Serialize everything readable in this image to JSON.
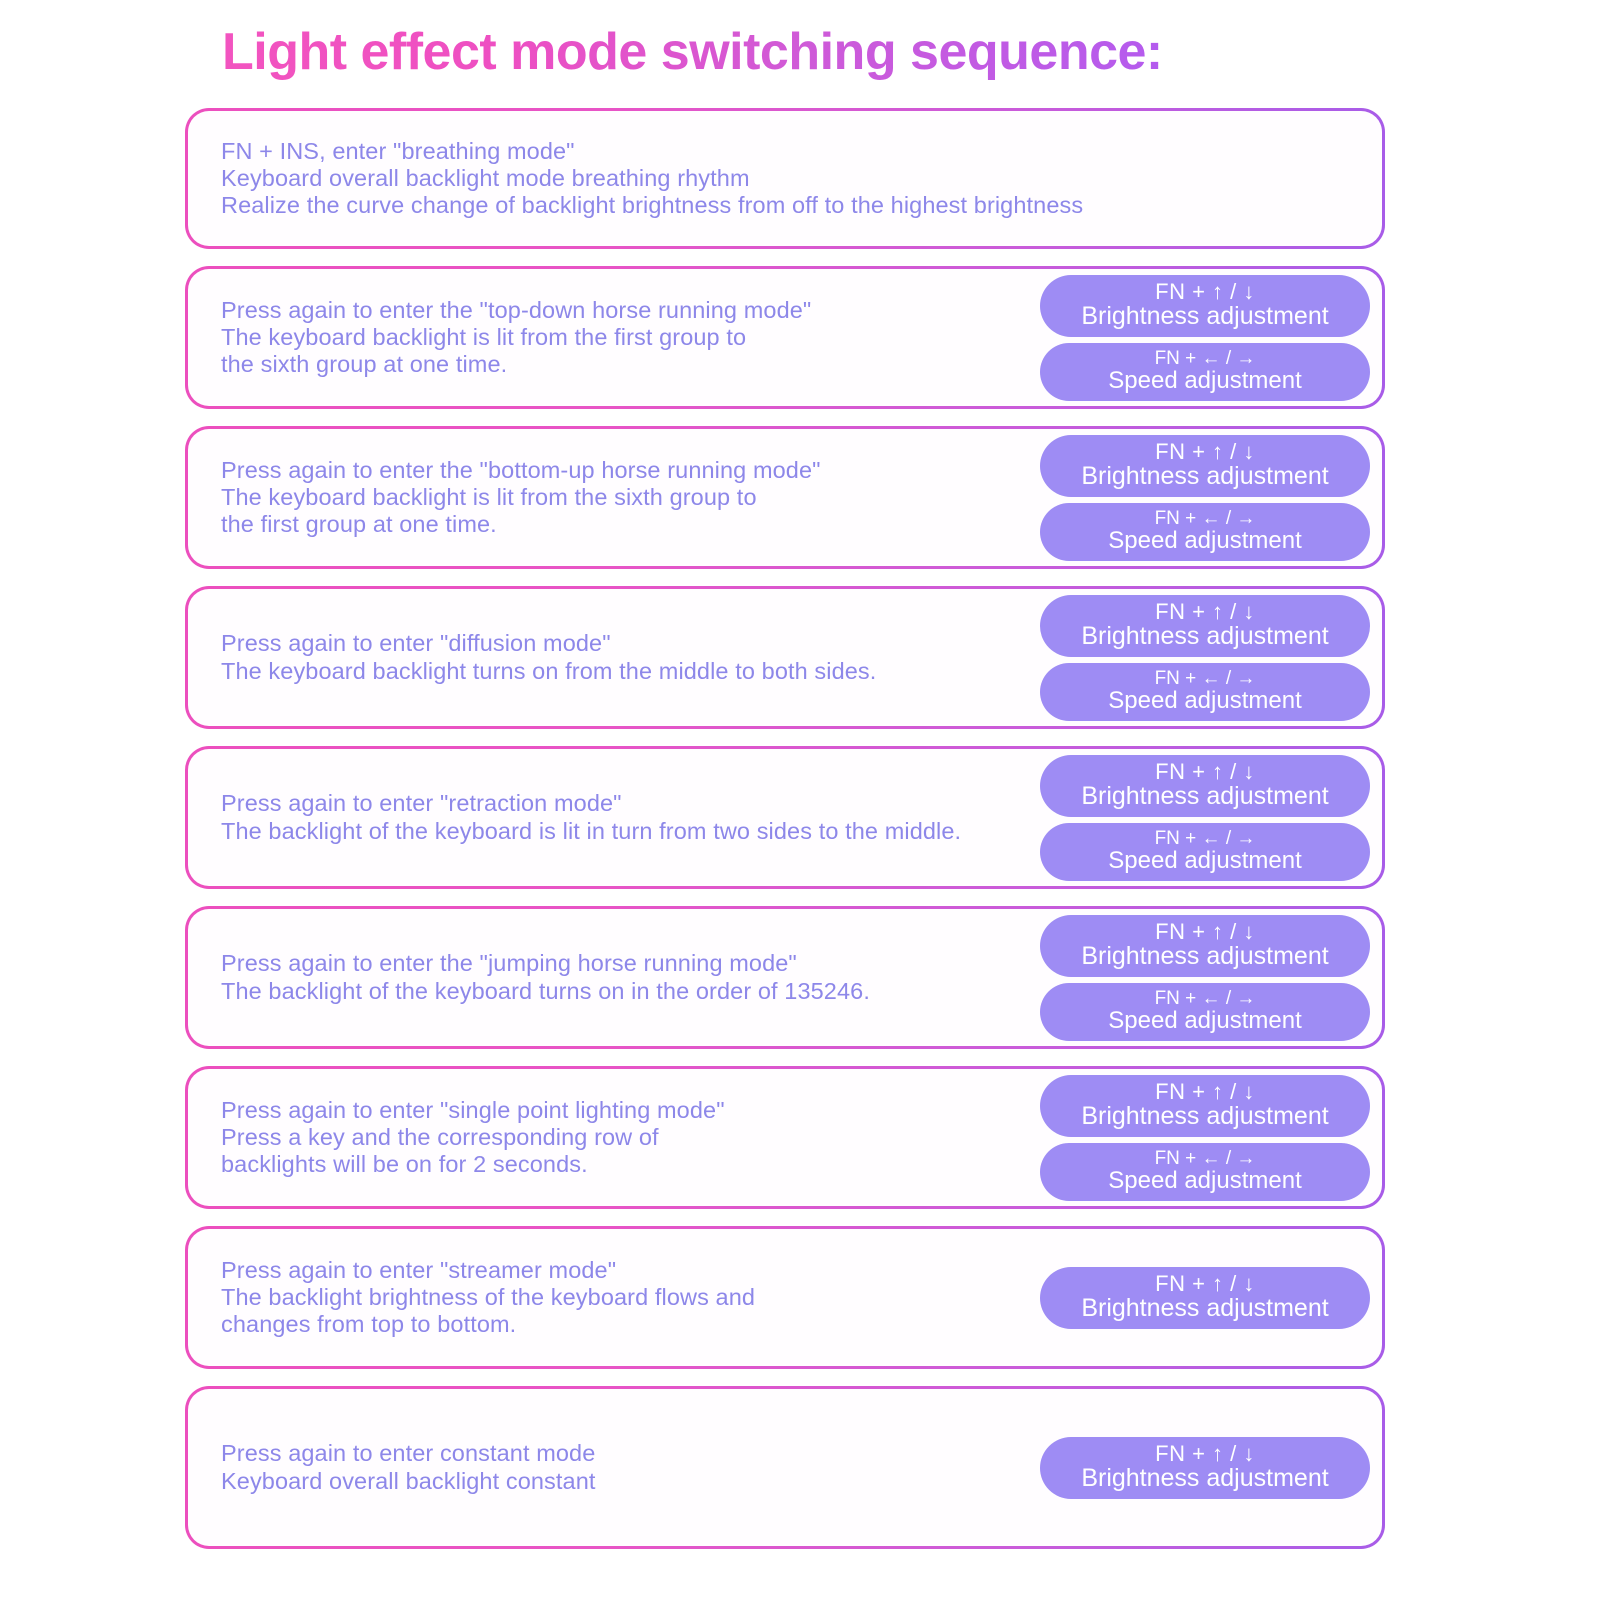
{
  "title": "Light effect mode switching sequence:",
  "colors": {
    "title_gradient_start": "#f254c0",
    "title_gradient_end": "#b45bee",
    "card_border_start": "#ec4fbe",
    "card_border_end": "#a85ce8",
    "body_text": "#8d87e9",
    "pill_background": "#9e8cf4",
    "pill_text": "#ffffff",
    "page_background": "#ffffff"
  },
  "pill_labels": {
    "brightness_keys": "FN + ↑ / ↓",
    "brightness_label": "Brightness adjustment",
    "speed_keys": "FN + ← / →",
    "speed_label": "Speed adjustment"
  },
  "cards": [
    {
      "id": "breathing-mode",
      "text": "FN + INS, enter \"breathing mode\"\nKeyboard overall backlight mode breathing rhythm\nRealize the curve change of backlight brightness from off to the highest brightness",
      "has_brightness": false,
      "has_speed": false
    },
    {
      "id": "top-down-horse-running-mode",
      "text": "Press again to enter the \"top-down horse running mode\"\nThe keyboard backlight is lit from the first group to\nthe sixth group at one time.",
      "has_brightness": true,
      "has_speed": true
    },
    {
      "id": "bottom-up-horse-running-mode",
      "text": "Press again to enter the \"bottom-up horse running mode\"\nThe keyboard backlight is lit from the sixth group to\nthe first group at one time.",
      "has_brightness": true,
      "has_speed": true
    },
    {
      "id": "diffusion-mode",
      "text": "Press again to enter \"diffusion mode\"\nThe keyboard backlight turns on from the middle to both sides.",
      "has_brightness": true,
      "has_speed": true
    },
    {
      "id": "retraction-mode",
      "text": "Press again to enter \"retraction mode\"\nThe backlight of the keyboard is lit in turn from two sides to the middle.",
      "has_brightness": true,
      "has_speed": true
    },
    {
      "id": "jumping-horse-running-mode",
      "text": "Press again to enter the \"jumping horse running mode\"\nThe backlight of the keyboard turns on in the order of 135246.",
      "has_brightness": true,
      "has_speed": true
    },
    {
      "id": "single-point-lighting-mode",
      "text": "Press again to enter \"single point lighting mode\"\nPress a key and the corresponding row of\nbacklights will be on for 2 seconds.",
      "has_brightness": true,
      "has_speed": true
    },
    {
      "id": "streamer-mode",
      "text": "Press again to enter \"streamer mode\"\nThe backlight brightness of the keyboard flows and\nchanges from top to bottom.",
      "has_brightness": true,
      "has_speed": false
    },
    {
      "id": "constant-mode",
      "text": "Press again to enter constant mode\nKeyboard overall backlight constant",
      "has_brightness": true,
      "has_speed": false
    }
  ]
}
